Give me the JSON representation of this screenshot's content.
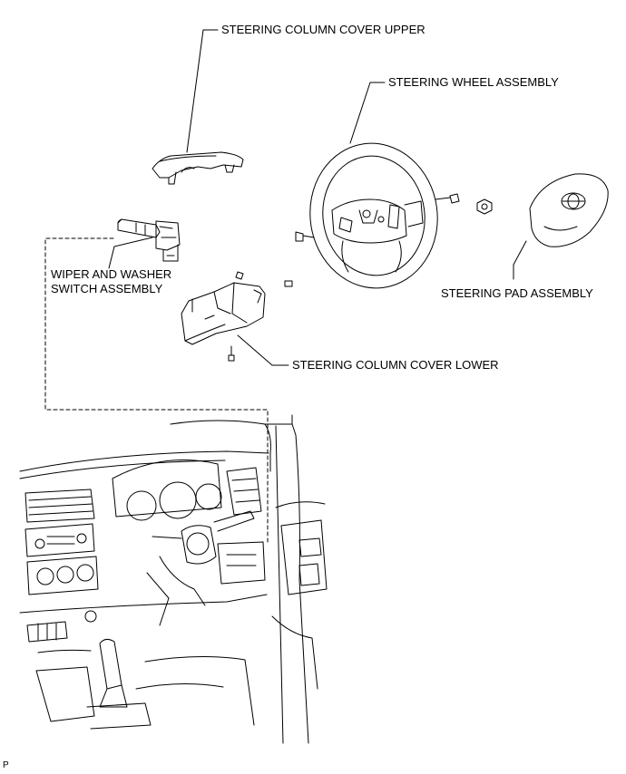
{
  "labels": {
    "cover_upper": "STEERING COLUMN COVER UPPER",
    "wheel_assembly": "STEERING WHEEL ASSEMBLY",
    "wiper_line1": "WIPER AND WASHER",
    "wiper_line2": "SWITCH ASSEMBLY",
    "pad_assembly": "STEERING PAD ASSEMBLY",
    "cover_lower": "STEERING COLUMN COVER LOWER"
  },
  "corner_mark": "P",
  "colors": {
    "line": "#000000",
    "background": "#ffffff"
  }
}
